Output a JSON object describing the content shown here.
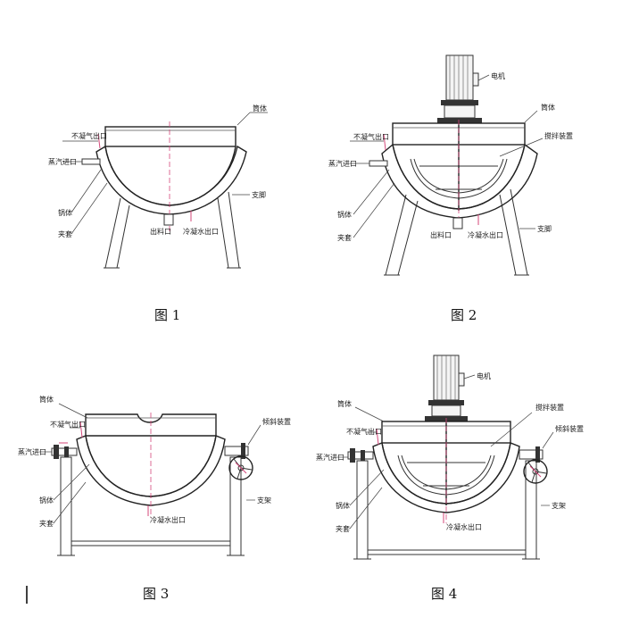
{
  "figures": [
    {
      "caption": "图 1",
      "labels": {
        "shell": "筒体",
        "noncond_outlet": "不凝气出口",
        "steam_inlet": "蒸汽进口",
        "pot_body": "锅体",
        "jacket": "夹套",
        "discharge": "出料口",
        "condensate_outlet": "冷凝水出口",
        "legs": "支脚"
      }
    },
    {
      "caption": "图 2",
      "labels": {
        "motor": "电机",
        "shell": "筒体",
        "agitator": "搅拌装置",
        "noncond_outlet": "不凝气出口",
        "steam_inlet": "蒸汽进口",
        "pot_body": "锅体",
        "jacket": "夹套",
        "discharge": "出料口",
        "condensate_outlet": "冷凝水出口",
        "legs": "支脚"
      }
    },
    {
      "caption": "图 3",
      "labels": {
        "shell": "筒体",
        "tilting": "倾斜装置",
        "noncond_outlet": "不凝气出口",
        "steam_inlet": "蒸汽进口",
        "pot_body": "锅体",
        "jacket": "夹套",
        "condensate_outlet": "冷凝水出口",
        "frame": "支架"
      }
    },
    {
      "caption": "图 4",
      "labels": {
        "motor": "电机",
        "shell": "筒体",
        "agitator": "搅拌装置",
        "tilting": "倾斜装置",
        "noncond_outlet": "不凝气出口",
        "steam_inlet": "蒸汽进口",
        "pot_body": "锅体",
        "jacket": "夹套",
        "condensate_outlet": "冷凝水出口",
        "frame": "支架"
      }
    }
  ]
}
